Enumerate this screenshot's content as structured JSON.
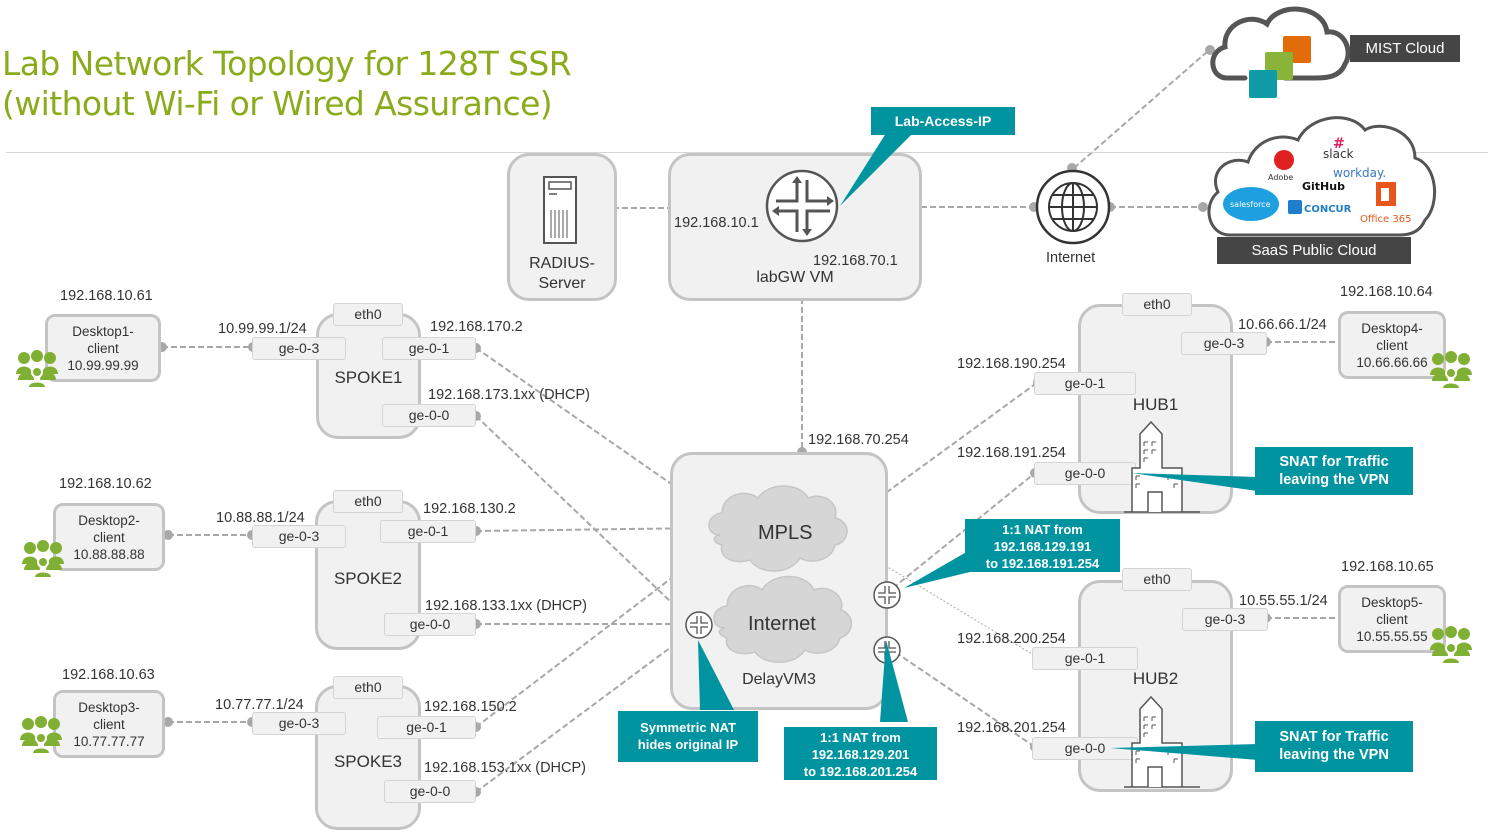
{
  "title": {
    "line1": "Lab Network Topology for 128T SSR",
    "line2": "(without Wi-Fi or Wired Assurance)"
  },
  "colors": {
    "title_green": "#8aac1c",
    "callout_teal": "#0094a0",
    "node_fill": "#f1f1f1",
    "node_border": "#c4c4c4",
    "wire": "#a8a8a8",
    "user_green": "#7fb034",
    "tag_dark": "#454545"
  },
  "clouds": {
    "mist": {
      "label": "MIST Cloud"
    },
    "saas": {
      "label": "SaaS Public Cloud",
      "logos": [
        "slack",
        "Adobe",
        "workday.",
        "GitHub",
        "salesforce",
        "CONCUR",
        "Office 365"
      ]
    }
  },
  "radius": {
    "name_line1": "RADIUS-",
    "name_line2": "Server"
  },
  "labgw": {
    "name": "labGW VM",
    "ip_left": "192.168.10.1",
    "ip_bottom": "192.168.70.1",
    "callout": "Lab-Access-IP"
  },
  "internet_node": {
    "label": "Internet"
  },
  "delayvm": {
    "name": "DelayVM3",
    "ip_top": "192.168.70.254",
    "mpls": "MPLS",
    "internet": "Internet"
  },
  "spokes": [
    {
      "name": "SPOKE1",
      "eth": "eth0",
      "lan_port": "ge-0-3",
      "lan_ip": "10.99.99.1/24",
      "mpls_port": "ge-0-1",
      "mpls_ip": "192.168.170.2",
      "inet_port": "ge-0-0",
      "inet_ip": "192.168.173.1xx (DHCP)"
    },
    {
      "name": "SPOKE2",
      "eth": "eth0",
      "lan_port": "ge-0-3",
      "lan_ip": "10.88.88.1/24",
      "mpls_port": "ge-0-1",
      "mpls_ip": "192.168.130.2",
      "inet_port": "ge-0-0",
      "inet_ip": "192.168.133.1xx (DHCP)"
    },
    {
      "name": "SPOKE3",
      "eth": "eth0",
      "lan_port": "ge-0-3",
      "lan_ip": "10.77.77.1/24",
      "mpls_port": "ge-0-1",
      "mpls_ip": "192.168.150.2",
      "inet_port": "ge-0-0",
      "inet_ip": "192.168.153.1xx (DHCP)"
    }
  ],
  "hubs": [
    {
      "name": "HUB1",
      "eth": "eth0",
      "lan_port": "ge-0-3",
      "lan_ip": "10.66.66.1/24",
      "mpls_port": "ge-0-1",
      "mpls_ip": "192.168.190.254",
      "inet_port": "ge-0-0",
      "inet_ip": "192.168.191.254",
      "callout_line1": "SNAT for Traffic",
      "callout_line2": "leaving the VPN"
    },
    {
      "name": "HUB2",
      "eth": "eth0",
      "lan_port": "ge-0-3",
      "lan_ip": "10.55.55.1/24",
      "mpls_port": "ge-0-1",
      "mpls_ip": "192.168.200.254",
      "inet_port": "ge-0-0",
      "inet_ip": "192.168.201.254",
      "callout_line1": "SNAT for Traffic",
      "callout_line2": "leaving the VPN"
    }
  ],
  "clients": [
    {
      "mgmt_ip": "192.168.10.61",
      "line1": "Desktop1-",
      "line2": "client",
      "line3": "10.99.99.99"
    },
    {
      "mgmt_ip": "192.168.10.62",
      "line1": "Desktop2-",
      "line2": "client",
      "line3": "10.88.88.88"
    },
    {
      "mgmt_ip": "192.168.10.63",
      "line1": "Desktop3-",
      "line2": "client",
      "line3": "10.77.77.77"
    },
    {
      "mgmt_ip": "192.168.10.64",
      "line1": "Desktop4-",
      "line2": "client",
      "line3": "10.66.66.66"
    },
    {
      "mgmt_ip": "192.168.10.65",
      "line1": "Desktop5-",
      "line2": "client",
      "line3": "10.55.55.55"
    }
  ],
  "nat_callouts": {
    "hub1": {
      "line1": "1:1 NAT from",
      "line2": "192.168.129.191",
      "line3": "to 192.168.191.254"
    },
    "hub2": {
      "line1": "1:1 NAT from",
      "line2": "192.168.129.201",
      "line3": "to 192.168.201.254"
    },
    "symmetric": {
      "line1": "Symmetric NAT",
      "line2": "hides original IP"
    }
  }
}
